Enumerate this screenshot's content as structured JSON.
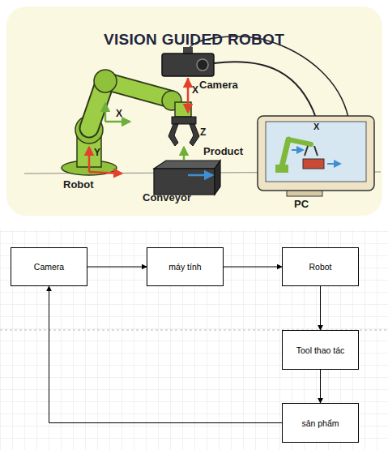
{
  "diagram": {
    "title": "VISION GUIDED ROBOT",
    "nodes": [
      {
        "text": [
          "Camera"
        ]
      },
      {
        "text": [
          "máy tính"
        ]
      },
      {
        "text": [
          "Robot"
        ]
      },
      {
        "text": [
          "Tool thao tác"
        ]
      },
      {
        "text": [
          "sản phẩm"
        ]
      }
    ],
    "edges": [
      {
        "from": 0,
        "to": 1,
        "arrow": "to"
      },
      {
        "from": 1,
        "to": 2,
        "arrow": "to"
      },
      {
        "from": 2,
        "to": 3,
        "arrow": "to"
      },
      {
        "from": 3,
        "to": 4,
        "arrow": "to"
      },
      {
        "from": 4,
        "to": 0,
        "arrow": "to"
      }
    ],
    "labels": [
      "Camera",
      "X",
      "X",
      "X",
      "Z",
      "Product",
      "Y",
      "Robot",
      "PC",
      "Conveyor"
    ]
  }
}
